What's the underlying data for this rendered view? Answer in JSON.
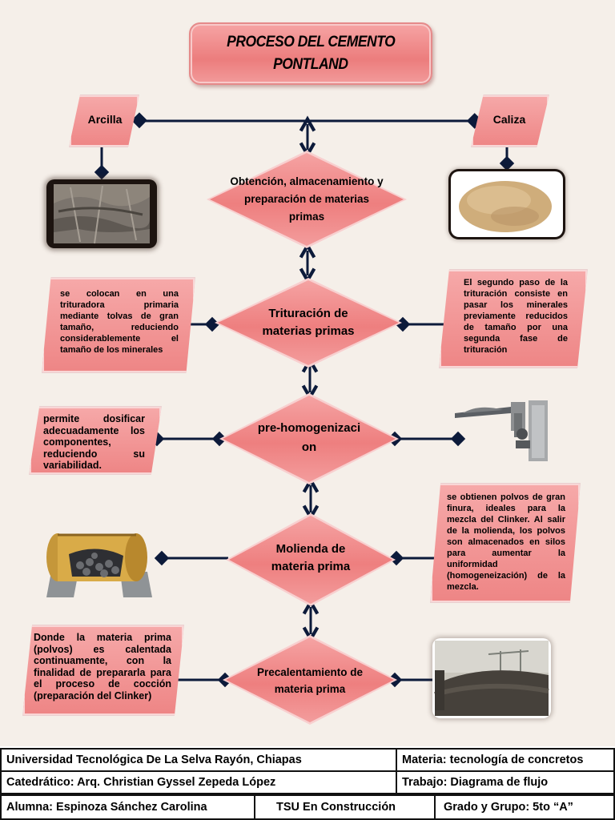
{
  "title": {
    "line1": "PROCESO DEL CEMENTO",
    "line2": "PONTLAND"
  },
  "materials": {
    "left": "Arcilla",
    "right": "Caliza"
  },
  "steps": [
    {
      "label": "Obtención, almacenamiento y preparación de materias primas"
    },
    {
      "label": "Trituración de materias primas"
    },
    {
      "label": "pre-homogenizacion"
    },
    {
      "label": "Molienda de materia prima"
    },
    {
      "label": "Precalentamiento de materia prima"
    }
  ],
  "descriptions": {
    "trituracion_left": "se colocan en una trituradora primaria mediante tolvas de gran tamaño, reduciendo considerablemente el tamaño de los minerales",
    "trituracion_right": "El segundo paso de la trituración consiste en pasar los minerales previamente reducidos de tamaño por una segunda fase de trituración",
    "prehomogenizacion_left": "permite dosificar adecuadamente los componentes, reduciendo su variabilidad.",
    "molienda_right": "se obtienen polvos de gran finura, ideales para la mezcla del Clinker. Al salir de la molienda, los polvos son almacenados en silos para aumentar la uniformidad (homogeneización) de la mezcla.",
    "precalentamiento_left": "Donde la materia prima (polvos) es calentada continuamente, con la finalidad de prepararla para el proceso de cocción (preparación del Clinker)"
  },
  "footer": {
    "university": "Universidad Tecnológica De La Selva Rayón, Chiapas",
    "subject": "Materia: tecnología de concretos",
    "teacher": "Catedrático: Arq. Christian Gyssel Zepeda López",
    "work": "Trabajo: Diagrama de flujo",
    "student": "Alumna: Espinoza Sánchez Carolina",
    "program": "TSU En Construcción",
    "group": "Grado y Grupo: 5to “A”"
  },
  "colors": {
    "shape_fill": "#ee8585",
    "connector": "#0c1a3a",
    "background": "#f5efe9"
  }
}
